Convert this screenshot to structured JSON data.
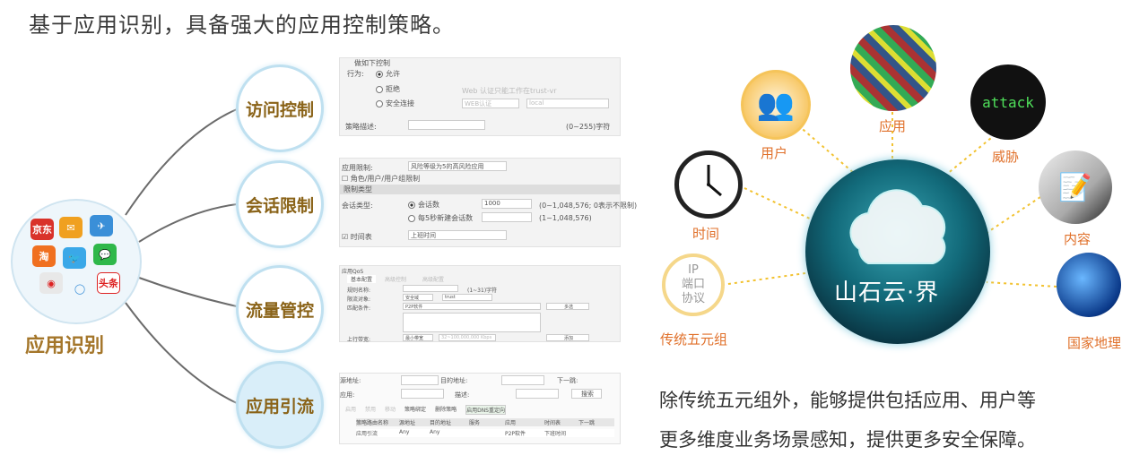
{
  "title": "基于应用识别，具备强大的应用控制策略。",
  "left": {
    "cluster_label": "应用识别",
    "app_icons": [
      "京东",
      "淘",
      "头条"
    ],
    "features": [
      "访问控制",
      "会话限制",
      "流量管控",
      "应用引流"
    ]
  },
  "panels": {
    "access": {
      "legend": "做如下控制",
      "action_label": "行为:",
      "options": [
        "允许",
        "拒绝",
        "安全连接"
      ],
      "hint": "Web 认证只能工作在trust-vr",
      "auth_select": "WEB认证",
      "auth_domain": "local",
      "desc_label": "策略描述:",
      "desc_range": "(0~255)字符"
    },
    "session": {
      "app_limit_label": "应用限制:",
      "app_limit_value": "风险等级为5的高风险应用",
      "role_check": "角色/用户/用户组限制",
      "section": "限制类型",
      "session_type_label": "会话类型:",
      "opt1": "会话数",
      "opt1_value": "1000",
      "opt1_range": "(0~1,048,576; 0表示不限制)",
      "opt2": "每5秒新建会话数",
      "opt2_range": "(1~1,048,576)",
      "schedule_label": "时间表",
      "schedule_value": "上班时间"
    },
    "qos": {
      "header": "应用QoS",
      "tabs": [
        "基本配置",
        "高级控制",
        "高级配置"
      ],
      "name_label": "规则名称:",
      "name_range": "(1~31)字符",
      "target_label": "限流对象:",
      "zone": "安全域",
      "zone_value": "trust",
      "app_label": "匹配条件:",
      "app_value": "P2P软件",
      "btn_add": "多选",
      "up_label": "上行带宽:",
      "up_select": "最小带宽",
      "up_range": "32~100,000,000 Kbps",
      "btn_add2": "添加"
    },
    "route": {
      "src_label": "源地址:",
      "dst_label": "目的地址:",
      "next_label": "下一跳:",
      "app_label": "应用:",
      "desc_label": "描述:",
      "search": "搜索",
      "toolbar": [
        "启用",
        "禁用",
        "移动",
        "策略绑定",
        "删除策略",
        "启用DNS重定向"
      ],
      "columns": [
        "策略路由名称",
        "源地址",
        "目的地址",
        "服务",
        "应用",
        "时间表",
        "下一跳"
      ],
      "row": [
        "应用引流",
        "Any",
        "Any",
        "",
        "P2P软件",
        "下班时间",
        ""
      ]
    }
  },
  "right": {
    "center_logo": "山石云·界",
    "satellites": {
      "user": "用户",
      "app": "应用",
      "threat": "威胁",
      "time": "时间",
      "content": "内容",
      "five_tuple": "传统五元组",
      "geo": "国家地理"
    },
    "attack_text": "attack",
    "tuple_lines": [
      "IP",
      "端口",
      "协议"
    ],
    "colors": {
      "label": "#e0702a",
      "line": "#f2c230"
    }
  },
  "bottom_text": [
    "除传统五元组外，能够提供包括应用、用户等",
    "更多维度业务场景感知，提供更多安全保障。"
  ]
}
